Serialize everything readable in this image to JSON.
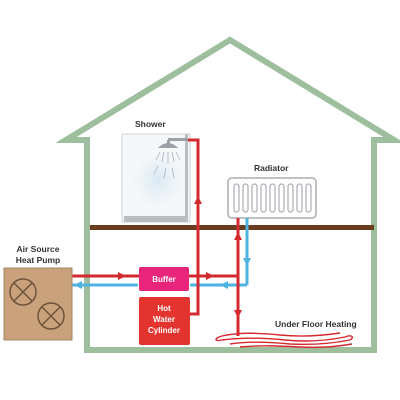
{
  "labels": {
    "shower": "Shower",
    "radiator": "Radiator",
    "heat_pump_line1": "Air Source",
    "heat_pump_line2": "Heat Pump",
    "buffer": "Buffer",
    "cylinder_line1": "Hot",
    "cylinder_line2": "Water",
    "cylinder_line3": "Cylinder",
    "underfloor": "Under Floor Heating"
  },
  "colors": {
    "house_outline": "#9dbf9d",
    "floor": "#6b3d1f",
    "flow_hot": "#d42a2f",
    "flow_return": "#4db3e0",
    "buffer": "#e8257b",
    "cylinder": "#e3342f",
    "heat_pump": "#c9a27c",
    "radiator": "#ffffff"
  },
  "icons": {
    "shower_head": "shower-head-icon",
    "fan": "fan-icon"
  }
}
